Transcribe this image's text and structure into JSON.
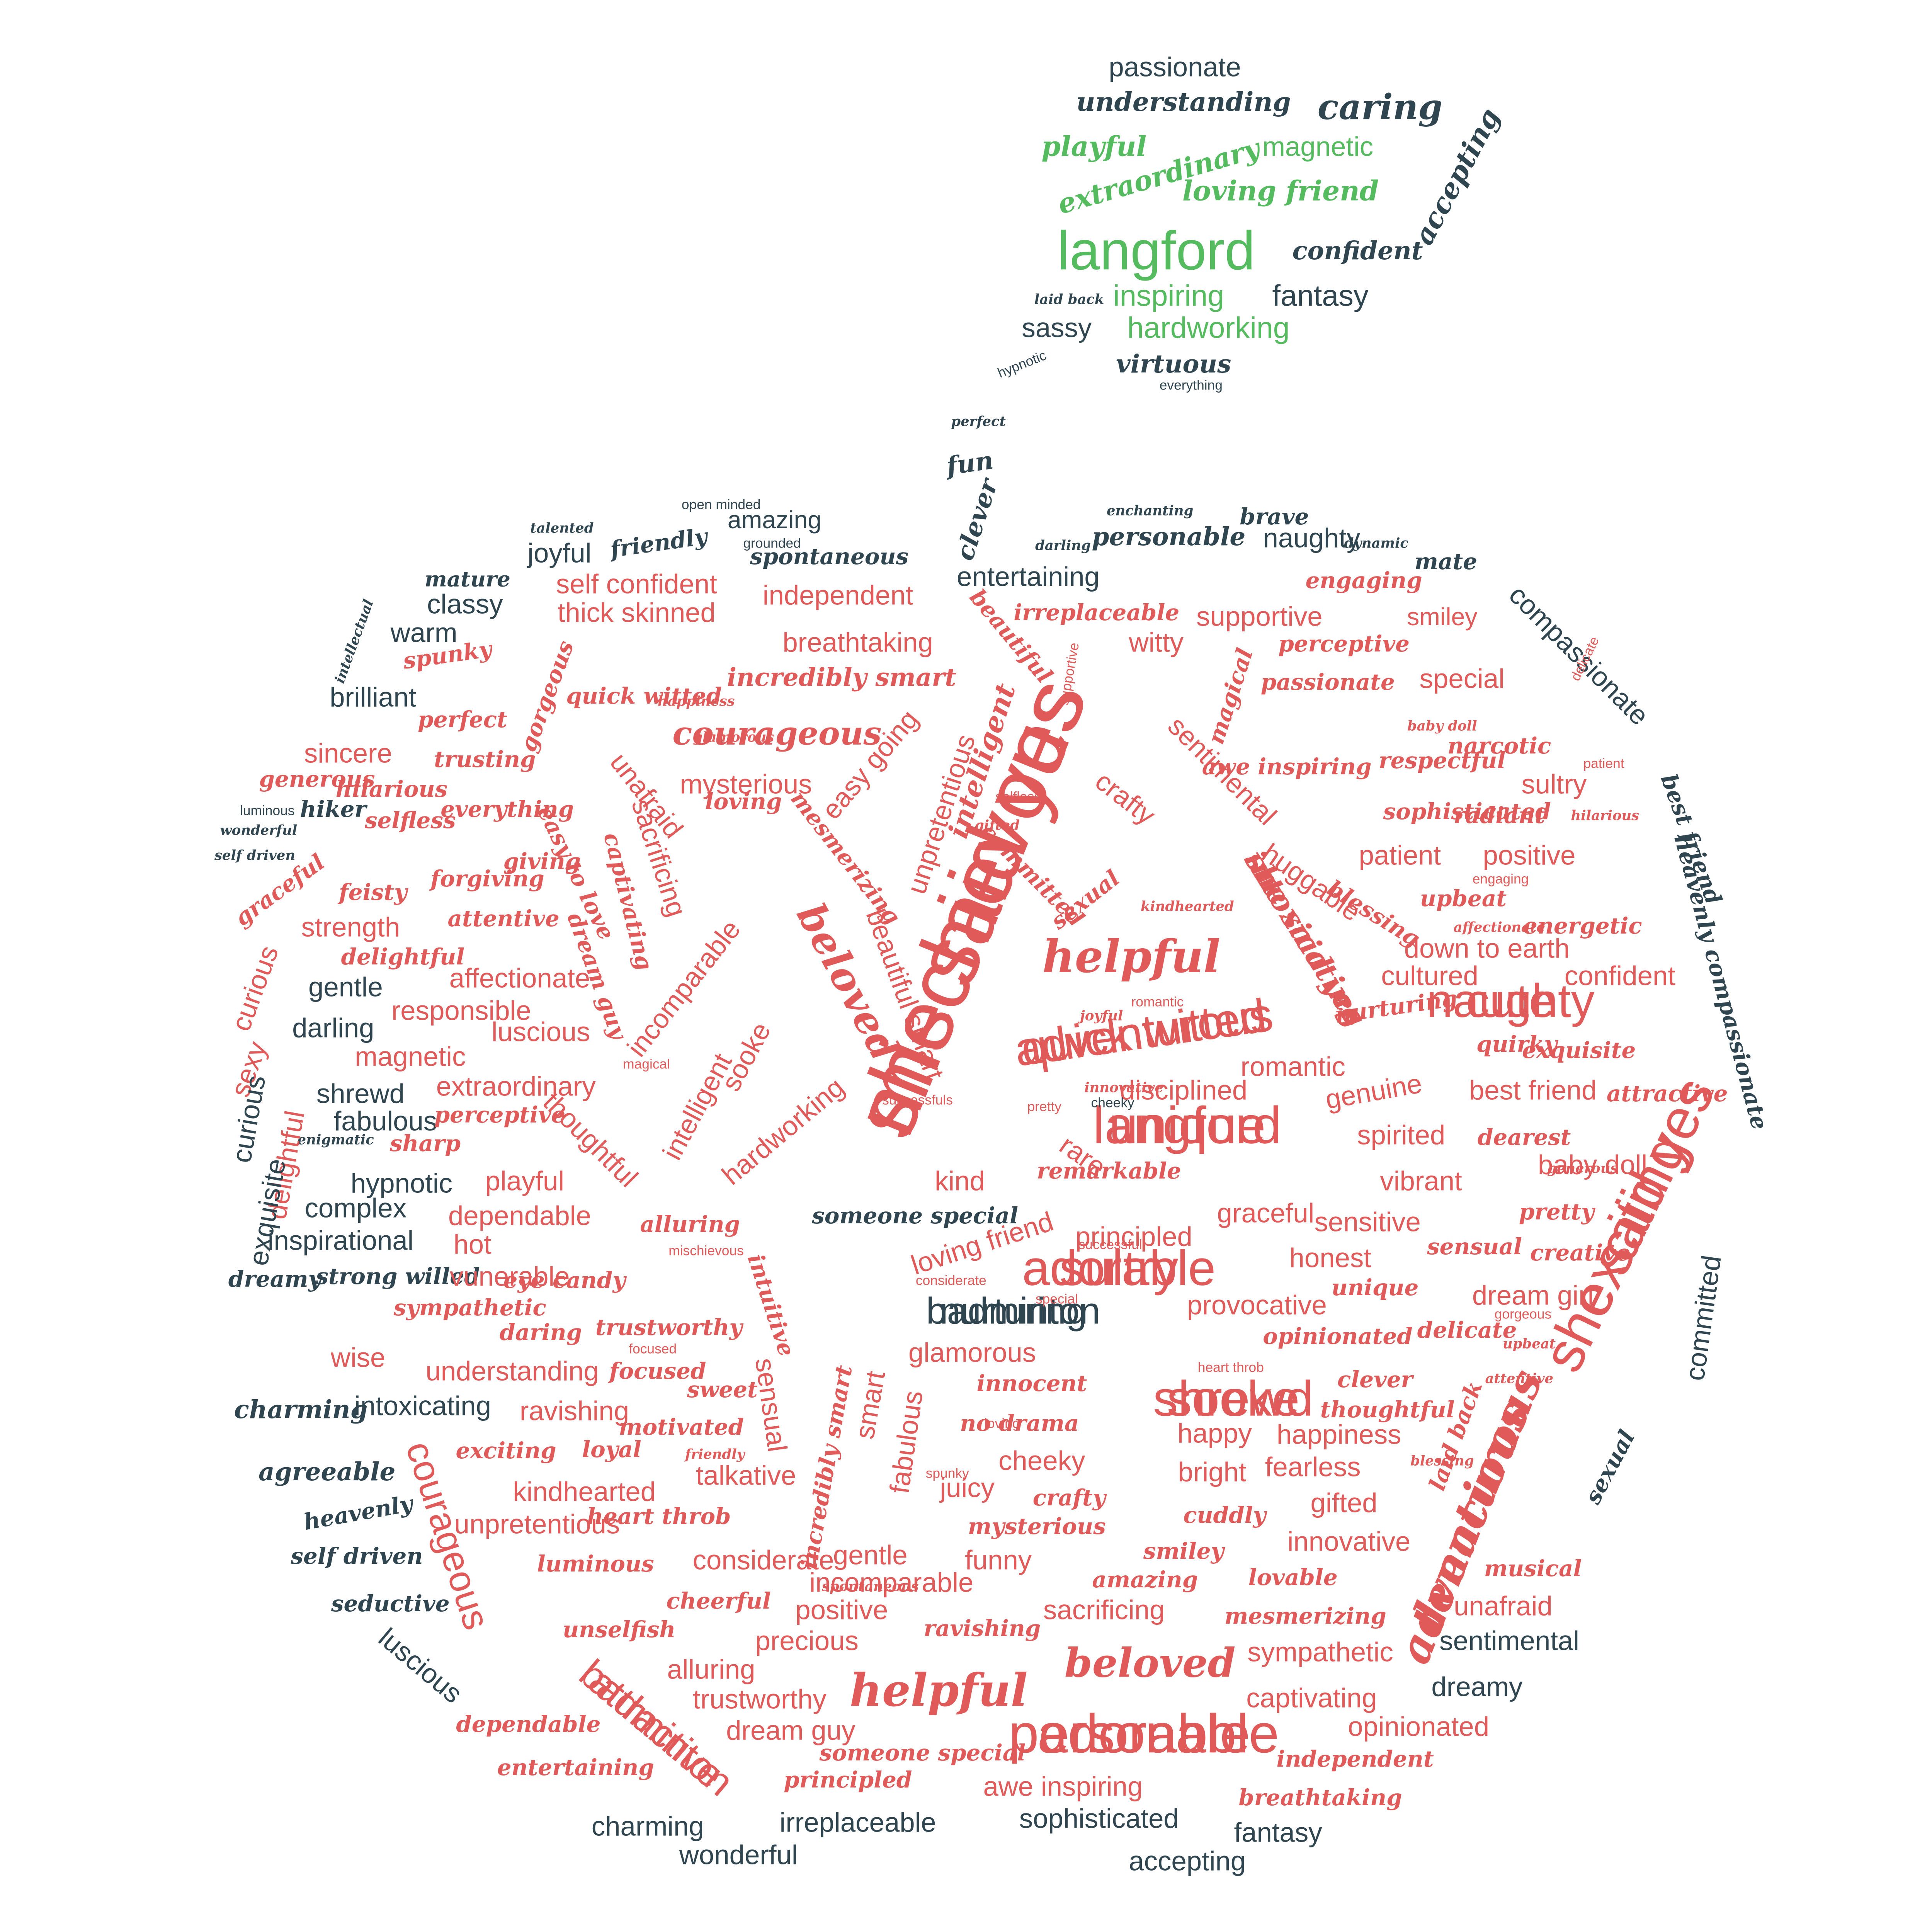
{
  "colors": {
    "red": "#e05a59",
    "dark": "#2f4550",
    "green": "#55bb5f"
  },
  "leaf_words": [
    "passionate",
    "understanding",
    "caring",
    "playful",
    "extraordinary",
    "magnetic",
    "loving friend",
    "accepting",
    "langford",
    "confident",
    "laid back",
    "inspiring",
    "fantasy",
    "sassy",
    "hardworking",
    "hypnotic",
    "virtuous",
    "everything"
  ],
  "stem_words": [
    "perfect",
    "fun",
    "clever"
  ],
  "apple_words": [
    "she said yes",
    "she said yes",
    "she said yes",
    "langford",
    "adorable",
    "adorable",
    "sooke",
    "badminton",
    "badminton",
    "cute",
    "adventurous",
    "adventurous",
    "helpful",
    "helpful",
    "beloved",
    "beloved",
    "courageous",
    "courageous",
    "amazing",
    "open minded",
    "talented",
    "friendly",
    "grounded",
    "spontaneous",
    "joyful",
    "mature",
    "classy",
    "enchanting",
    "brave",
    "personable",
    "naughty",
    "darling",
    "dynamic",
    "mate",
    "entertaining",
    "compassionate",
    "smiley",
    "engaging",
    "supportive",
    "irreplaceable",
    "self confident",
    "independent",
    "thick skinned",
    "warm",
    "intellectual",
    "spunky",
    "breathtaking",
    "incredibly smart",
    "witty",
    "perceptive",
    "passionate",
    "special",
    "brilliant",
    "gorgeous",
    "quick witted",
    "beautiful",
    "magical",
    "intelligent",
    "sincere",
    "perfect",
    "trusting",
    "generous",
    "hilarious",
    "selfless",
    "everything",
    "hiker",
    "luminous",
    "wonderful",
    "self driven",
    "mysterious",
    "unafraid",
    "loving",
    "easy going",
    "unpretentious",
    "crafty",
    "sentimental",
    "awe inspiring",
    "respectful",
    "narcotic",
    "sultry",
    "radiant",
    "sophisticated",
    "forgiving",
    "feisty",
    "graceful",
    "giving",
    "easy to love",
    "attentive",
    "strength",
    "delightful",
    "curious",
    "gentle",
    "affectionate",
    "responsible",
    "luscious",
    "dream guy",
    "captivating",
    "sacrificing",
    "incomparable",
    "mesmerizing",
    "sexual",
    "committed",
    "huggable",
    "patient",
    "positive",
    "blessing",
    "upbeat",
    "energetic",
    "down to earth",
    "cultured",
    "confident",
    "nurturing",
    "quirky",
    "exquisite",
    "sexy",
    "darling",
    "magnetic",
    "extraordinary",
    "romantic",
    "genuine",
    "best friend",
    "attractive",
    "shrewd",
    "fabulous",
    "perceptive",
    "enigmatic",
    "sharp",
    "hypnotic",
    "playful",
    "thoughtful",
    "hardworking",
    "rare",
    "kind",
    "disciplined",
    "spirited",
    "dearest",
    "baby doll",
    "vibrant",
    "mischievous",
    "complex",
    "dependable",
    "someone special",
    "alluring",
    "remarkable",
    "sensitive",
    "pretty",
    "inspirational",
    "hot",
    "loving friend",
    "principled",
    "graceful",
    "honest",
    "sensual",
    "creative",
    "dreamy",
    "strong willed",
    "vunerable",
    "eye candy",
    "intuitive",
    "unique",
    "dream girl",
    "sympathetic",
    "trustworthy",
    "provocative",
    "daring",
    "opinionated",
    "delicate",
    "glamorous",
    "wise",
    "understanding",
    "focused",
    "sweet",
    "innocent",
    "clever",
    "thoughtful",
    "laid back",
    "charming",
    "intoxicating",
    "ravishing",
    "motivated",
    "no drama",
    "happy",
    "happiness",
    "exciting",
    "loyal",
    "cheeky",
    "talkative",
    "juicy",
    "bright",
    "fearless",
    "gifted",
    "agreeable",
    "kindhearted",
    "heart throb",
    "crafty",
    "mysterious",
    "cuddly",
    "heavenly",
    "unpretentious",
    "funny",
    "innovative",
    "considerate",
    "gentle",
    "smiley",
    "self driven",
    "luminous",
    "incomparable",
    "amazing",
    "lovable",
    "musical",
    "cheerful",
    "positive",
    "sacrificing",
    "seductive",
    "unafraid",
    "unselfish",
    "ravishing",
    "mesmerizing",
    "sentimental",
    "luscious",
    "precious",
    "alluring",
    "sympathetic",
    "captivating",
    "dreamy",
    "dependable",
    "trustworthy",
    "dream guy",
    "opinionated",
    "entertaining",
    "someone special",
    "independent",
    "principled",
    "awe inspiring",
    "breathtaking",
    "charming",
    "irreplaceable",
    "sophisticated",
    "fantasy",
    "wonderful",
    "accepting",
    "sensual",
    "smart",
    "fabulous",
    "incredibly smart",
    "beautiful smart",
    "committed",
    "sexual",
    "best friend",
    "heavenly compassionate",
    "generous",
    "sooke",
    "intelligent",
    "magical",
    "delightful",
    "exquisite",
    "curious",
    "successfuls",
    "pretty",
    "cheeky",
    "innovative",
    "successful",
    "joyful",
    "romantic",
    "loving",
    "selfless",
    "gifted",
    "supportive",
    "hilarious",
    "patient",
    "engaging",
    "affectionate",
    "kindhearted",
    "heart throb",
    "attentive",
    "spontaneous",
    "spunky",
    "special",
    "blessing",
    "gorgeous",
    "baby doll",
    "friendly",
    "delicate",
    "considerate",
    "upbeat",
    "happiness",
    "glamorous",
    "focused",
    "mischievous",
    "intoxicating",
    "exciting",
    "unique",
    "sultry",
    "personable",
    "shrewd",
    "nurturing",
    "attractive",
    "naughty",
    "quick witted",
    "tenacious"
  ]
}
